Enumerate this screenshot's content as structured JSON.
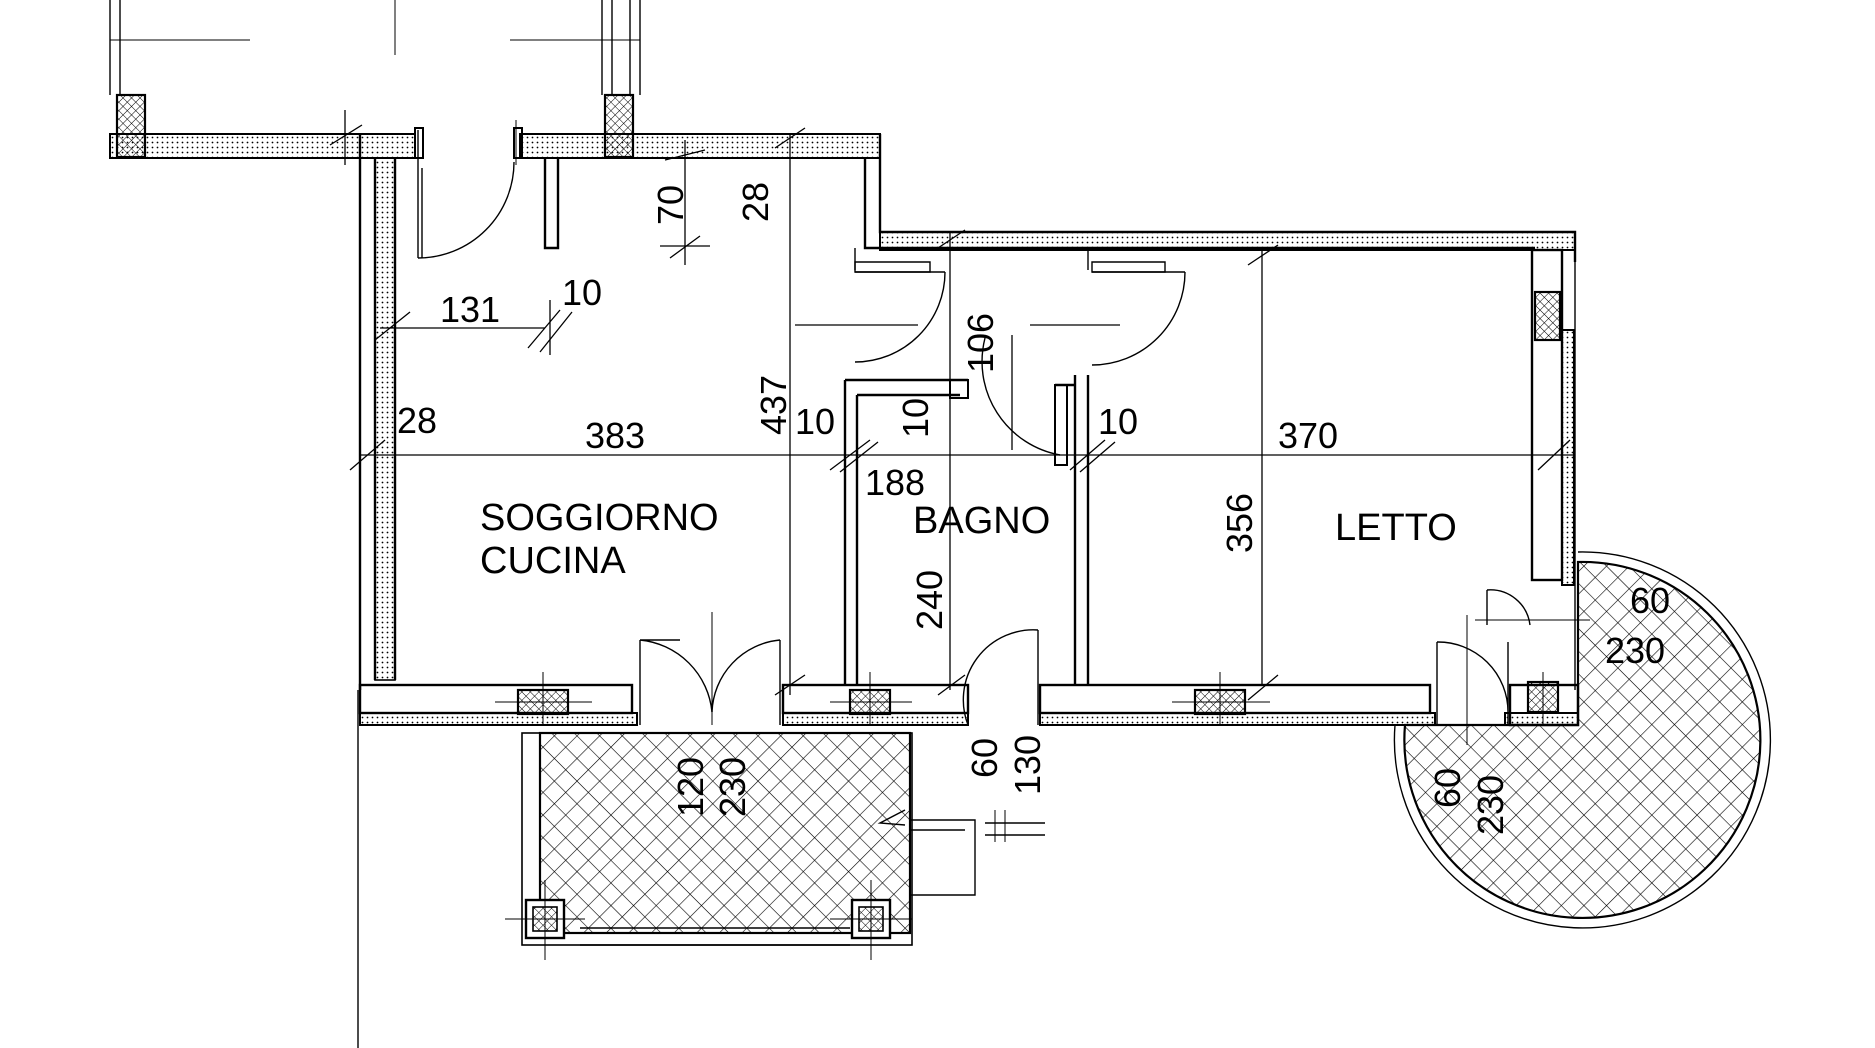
{
  "rooms": {
    "living": {
      "line1": "SOGGIORNO",
      "line2": "CUCINA"
    },
    "bath": "BAGNO",
    "bedroom": "LETTO"
  },
  "dimensions": {
    "corridor_depth": "70",
    "wall_28_top": "28",
    "kitchen_width_131": "131",
    "partition_10_top": "10",
    "living_height": "437",
    "left_wall_28": "28",
    "living_width": "383",
    "partition_10_a": "10",
    "bath_partition_10": "10",
    "bath_door_106": "106",
    "bath_width": "188",
    "bath_depth": "240",
    "partition_10_b": "10",
    "bedroom_width": "370",
    "bedroom_depth": "356",
    "balcony_depth_120": "120",
    "balcony_height_230": "230",
    "window_sill_60": "60",
    "window_height_130": "130",
    "round_balcony_60": "60",
    "round_balcony_230": "230",
    "window_60": "60",
    "window_230": "230"
  },
  "colors": {
    "line": "#000000",
    "background": "#ffffff"
  }
}
